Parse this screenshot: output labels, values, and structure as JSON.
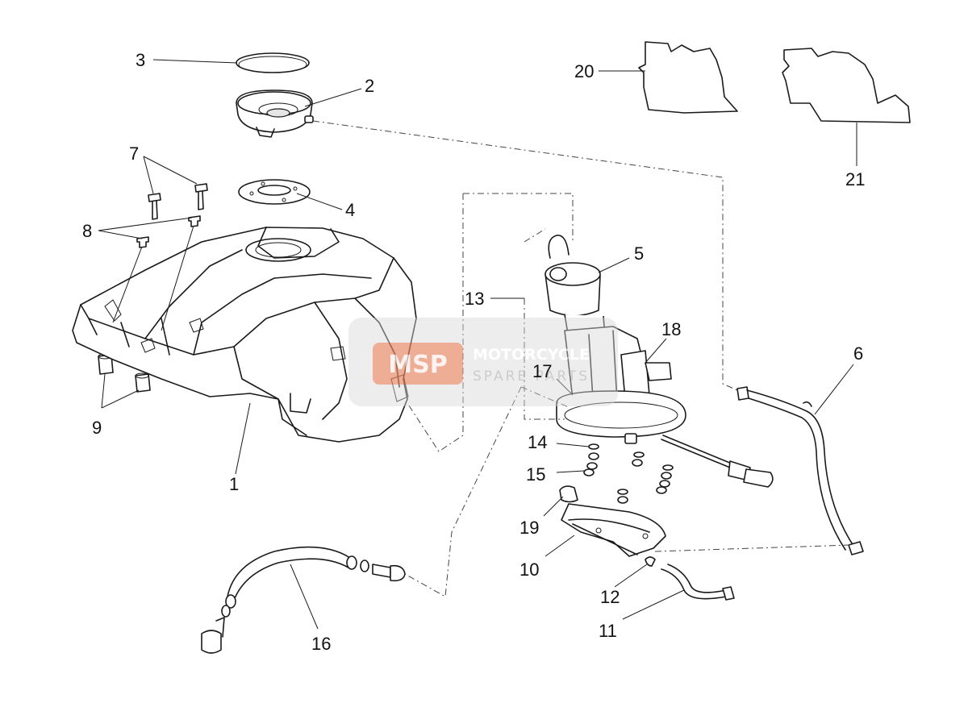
{
  "colors": {
    "line": "#1a1a1a",
    "watermark_orange": "#e8744a",
    "watermark_grey": "#a8a8a8"
  },
  "watermark": {
    "brand": "MOTORCYCLE",
    "sub": "SPARE PARTS",
    "logo": "MSP"
  },
  "callouts": {
    "c1": "1",
    "c2": "2",
    "c3": "3",
    "c4": "4",
    "c5": "5",
    "c6": "6",
    "c7": "7",
    "c8": "8",
    "c9": "9",
    "c10": "10",
    "c11": "11",
    "c12": "12",
    "c13": "13",
    "c14": "14",
    "c15": "15",
    "c16": "16",
    "c17": "17",
    "c18": "18",
    "c19": "19",
    "c20": "20",
    "c21": "21"
  }
}
